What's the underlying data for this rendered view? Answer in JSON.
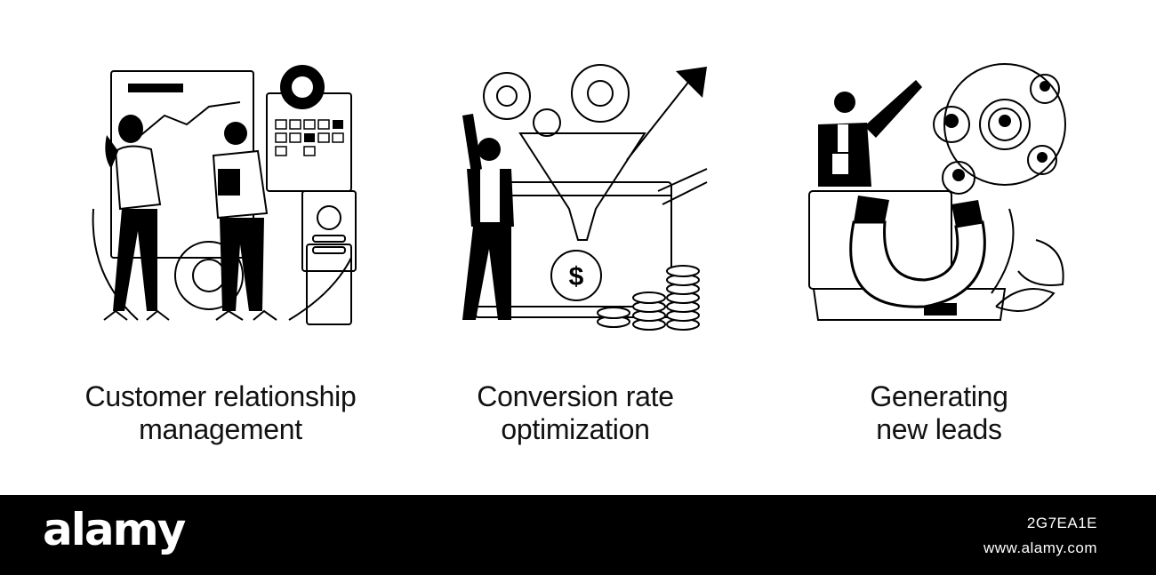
{
  "panels": [
    {
      "icon": "crm-team-dashboard-icon",
      "line1": "Customer relationship",
      "line2": "management"
    },
    {
      "icon": "conversion-funnel-icon",
      "line1": "Conversion rate",
      "line2": "optimization"
    },
    {
      "icon": "lead-magnet-icon",
      "line1": "Generating",
      "line2": "new leads"
    }
  ],
  "footer": {
    "logo": "alamy",
    "image_id": "2G7EA1E",
    "site": "www.alamy.com"
  },
  "colors": {
    "ink": "#000000",
    "background": "#ffffff",
    "footer": "#000000"
  }
}
